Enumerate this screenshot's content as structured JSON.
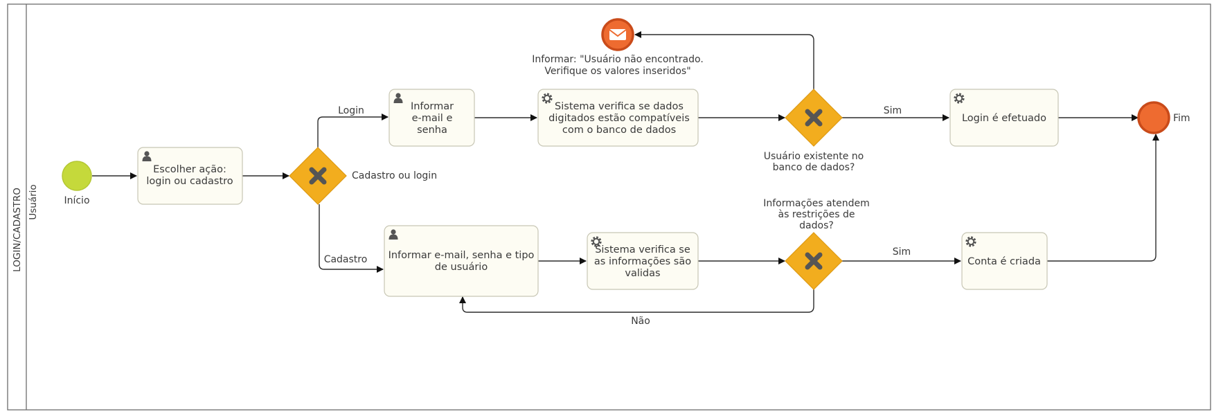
{
  "pool": {
    "title": "LOGIN/CADASTRO",
    "lane": "Usuário"
  },
  "events": {
    "start": "Início",
    "end": "Fim",
    "message_line1": "Informar: \"Usuário não encontrado.",
    "message_line2": "Verifique os valores inseridos\""
  },
  "tasks": {
    "choose_line1": "Escolher ação:",
    "choose_line2": "login ou cadastro",
    "inform_email_line1": "Informar",
    "inform_email_line2": "e-mail e",
    "inform_email_line3": "senha",
    "verify_login_line1": "Sistema verifica se dados",
    "verify_login_line2": "digitados estão compatíveis",
    "verify_login_line3": "com o banco de dados",
    "login_done": "Login é efetuado",
    "inform_signup_line1": "Informar e-mail, senha e tipo",
    "inform_signup_line2": "de usuário",
    "verify_signup_line1": "Sistema verifica se",
    "verify_signup_line2": "as informações são",
    "verify_signup_line3": "validas",
    "account_created": "Conta é criada"
  },
  "gateways": {
    "choice": "Cadastro ou login",
    "user_exists_line1": "Usuário existente no",
    "user_exists_line2": "banco de dados?",
    "info_valid_line1": "Informações atendem",
    "info_valid_line2": "às restrições de",
    "info_valid_line3": "dados?"
  },
  "flows": {
    "login": "Login",
    "signup": "Cadastro",
    "yes_login": "Sim",
    "yes_signup": "Sim",
    "no": "Não"
  },
  "colors": {
    "start_event": "#c5d93b",
    "end_event": "#ee6b30",
    "gateway": "#f2ad1e",
    "task_fill": "#fdfcf3"
  }
}
